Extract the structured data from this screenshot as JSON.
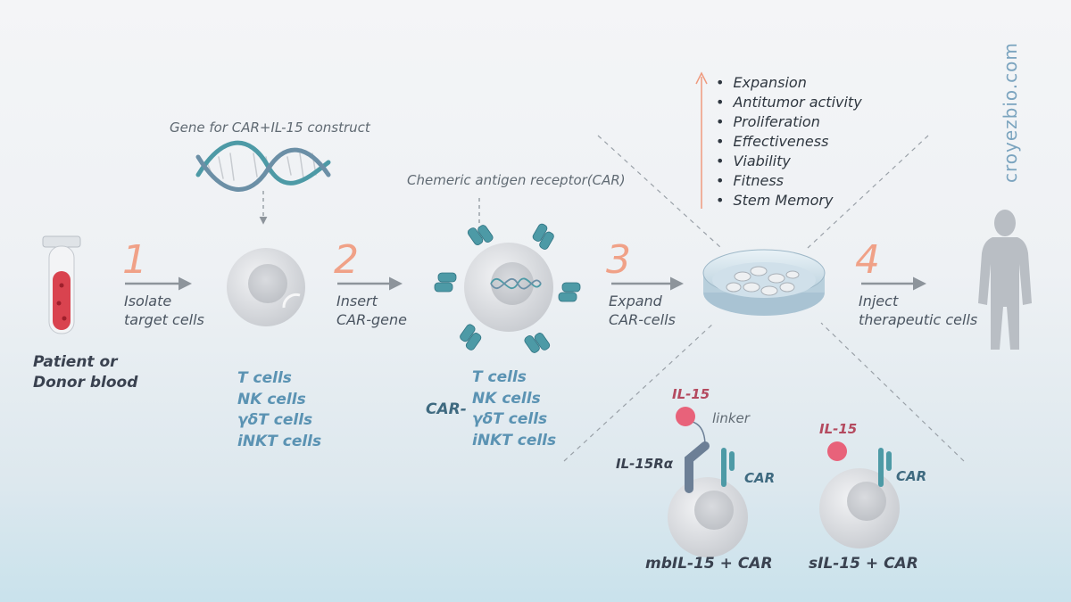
{
  "watermark": "croyezbio.com",
  "source": {
    "label_line1": "Patient or",
    "label_line2": "Donor blood"
  },
  "steps": [
    {
      "number": "1",
      "line1": "Isolate",
      "line2": "target cells"
    },
    {
      "number": "2",
      "line1": "Insert",
      "line2": "CAR-gene"
    },
    {
      "number": "3",
      "line1": "Expand",
      "line2": "CAR-cells"
    },
    {
      "number": "4",
      "line1": "Inject",
      "line2": "therapeutic cells"
    }
  ],
  "gene_caption": "Gene for CAR+IL-15 construct",
  "car_caption": "Chemeric antigen receptor(CAR)",
  "cell_types": [
    "T cells",
    "NK cells",
    "γδT cells",
    "iNKT cells"
  ],
  "car_cell_types": [
    "T cells",
    "NK cells",
    "γδT cells",
    "iNKT cells"
  ],
  "car_prefix": "CAR-",
  "benefits": [
    "Expansion",
    "Antitumor activity",
    "Proliferation",
    "Effectiveness",
    "Viability",
    "Fitness",
    "Stem Memory"
  ],
  "variants": {
    "mb": {
      "il15": "IL-15",
      "linker": "linker",
      "receptor": "IL-15Rα",
      "car": "CAR",
      "title": "mbIL-15 + CAR"
    },
    "s": {
      "il15": "IL-15",
      "car": "CAR",
      "title": "sIL-15 + CAR"
    }
  },
  "colors": {
    "accent_number": "#f0a187",
    "cell_text": "#5b93b3",
    "receptor": "#4d9aa6",
    "il15": "#e8627a"
  },
  "icons": [
    "blood-tube-icon",
    "dna-helix-icon",
    "cell-icon",
    "car-cell-icon",
    "petri-dish-icon",
    "human-silhouette-icon",
    "up-arrow-icon"
  ]
}
